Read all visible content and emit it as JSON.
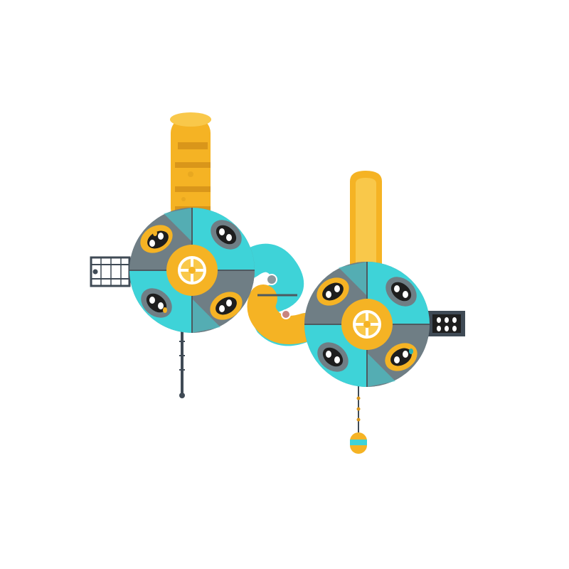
{
  "scene": {
    "subject": "playground-structure-top-view",
    "colors": {
      "background": "#ffffff",
      "yellow": "#f5b324",
      "yellow_dark": "#d9961a",
      "yellow_light": "#f9c84a",
      "teal": "#3ed3d8",
      "teal_dark": "#25b3b9",
      "gray": "#6f7e85",
      "gray_dark": "#4d5a60",
      "gray_light": "#8a979c",
      "rail": "#3f4a55",
      "black": "#1e1e1e",
      "white": "#ffffff"
    },
    "parts": [
      "left-dome",
      "right-dome",
      "left-tube-slide",
      "right-open-slide",
      "connector-tube",
      "left-ladder",
      "right-climbing-panel",
      "left-fireman-pole",
      "right-rope-climber"
    ]
  }
}
